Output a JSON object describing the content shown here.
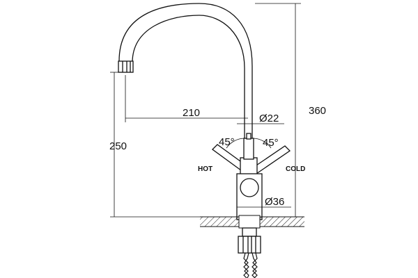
{
  "dimensions": {
    "spout_reach": "210",
    "spout_diameter": "Ø22",
    "total_height": "360",
    "outlet_height": "250",
    "handle_angle_left": "45°",
    "handle_angle_right": "45°",
    "body_diameter": "Ø36"
  },
  "labels": {
    "hot": "HOT",
    "cold": "COLD"
  },
  "colors": {
    "line": "#111111",
    "background": "#ffffff"
  }
}
